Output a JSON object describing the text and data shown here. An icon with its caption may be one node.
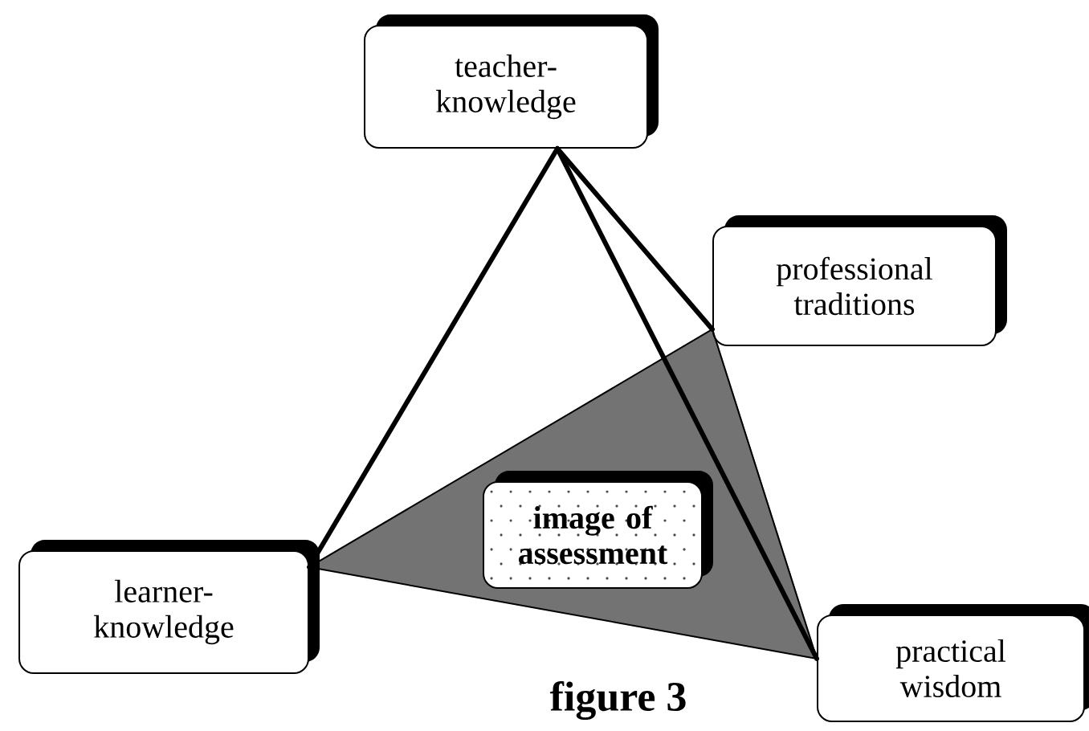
{
  "diagram": {
    "title": "figure 3",
    "nodes": [
      {
        "text": [
          "teacher-knowledge"
        ]
      },
      {
        "text": [
          "professional traditions"
        ]
      },
      {
        "text": [
          "learner-knowledge"
        ]
      },
      {
        "text": [
          "practical wisdom"
        ]
      },
      {
        "text": [
          "image of assessment"
        ]
      }
    ],
    "edges": [
      {
        "from": 0,
        "to": 2,
        "arrow": "none",
        "style": "thick"
      },
      {
        "from": 0,
        "to": 1,
        "arrow": "none",
        "style": "thick"
      },
      {
        "from": 0,
        "to": 3,
        "arrow": "none",
        "style": "thick"
      },
      {
        "from": 2,
        "to": 1,
        "arrow": "none"
      },
      {
        "from": 1,
        "to": 3,
        "arrow": "none"
      },
      {
        "from": 3,
        "to": 2,
        "arrow": "none"
      }
    ]
  }
}
